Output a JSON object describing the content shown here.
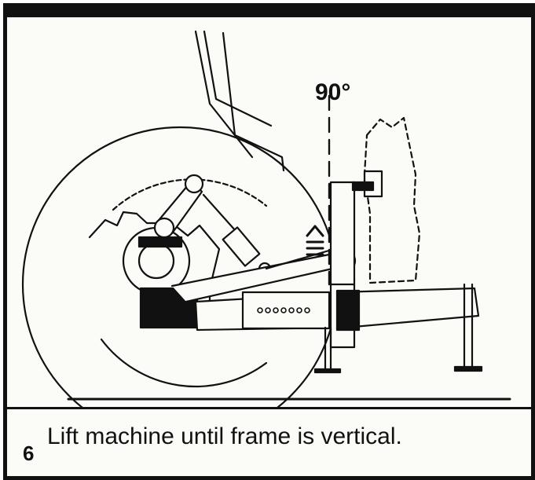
{
  "step": {
    "number": "6",
    "instruction": "Lift machine until frame is vertical."
  },
  "illustration": {
    "angle_label": "90°"
  }
}
